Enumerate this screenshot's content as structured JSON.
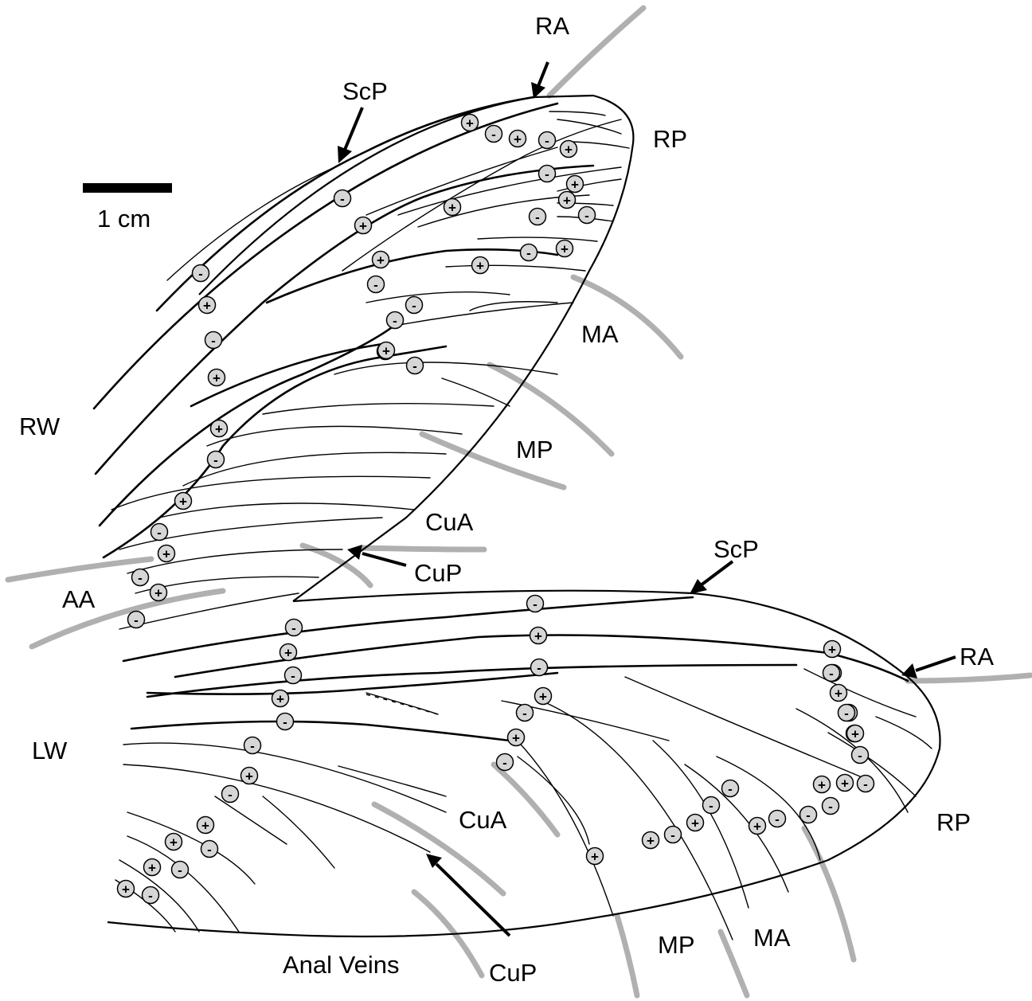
{
  "scale_bar": {
    "label": "1 cm"
  },
  "wing_labels": {
    "upper": "RW",
    "lower": "LW"
  },
  "upper_wing_labels": {
    "scp": "ScP",
    "ra": "RA",
    "rp": "RP",
    "ma": "MA",
    "mp": "MP",
    "cua": "CuA",
    "cup": "CuP",
    "aa": "AA"
  },
  "lower_wing_labels": {
    "scp": "ScP",
    "ra": "RA",
    "rp": "RP",
    "ma": "MA",
    "mp": "MP",
    "cua": "CuA",
    "cup": "CuP",
    "anal": "Anal Veins"
  },
  "signs": {
    "upper": [
      "+",
      "-",
      "+",
      "-",
      "+",
      "-",
      "+",
      "+",
      "-",
      "-",
      "+",
      "-",
      "+",
      "-",
      "+",
      "-",
      "+",
      "+",
      "-",
      "+",
      "-",
      "+",
      "-",
      "-",
      "+",
      "-",
      "+",
      "-",
      "+",
      "-",
      "+",
      "-",
      "+",
      "-",
      "+"
    ],
    "lower": [
      "-",
      "+",
      "-",
      "+",
      "-",
      "-",
      "+",
      "-",
      "+",
      "-",
      "+",
      "-",
      "+",
      "-",
      "+",
      "-",
      "+",
      "-",
      "+",
      "-",
      "+",
      "-",
      "+",
      "-",
      "+",
      "-",
      "+",
      "-",
      "-",
      "+",
      "-",
      "+",
      "-",
      "+",
      "-",
      "-",
      "+",
      "-",
      "+",
      "-",
      "+",
      "-",
      "-",
      "+"
    ]
  }
}
